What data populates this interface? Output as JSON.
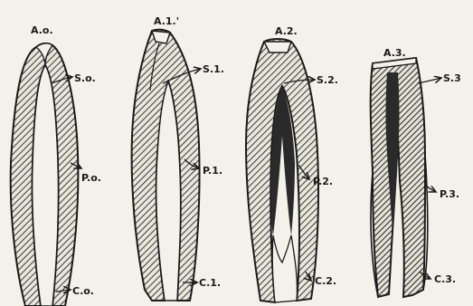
{
  "figure": {
    "specimens": [
      {
        "id": "A.0.",
        "apex_label": "A.o.",
        "s_label": "S.o.",
        "p_label": "P.o.",
        "c_label": "C.o."
      },
      {
        "id": "A.1.",
        "apex_label": "A.1.'",
        "s_label": "S.1.",
        "p_label": "P.1.",
        "c_label": "C.1."
      },
      {
        "id": "A.2.",
        "apex_label": "A.2.",
        "s_label": "S.2.",
        "p_label": "P.2.",
        "c_label": "C.2."
      },
      {
        "id": "A.3.",
        "apex_label": "A.3.",
        "s_label": "S.3",
        "p_label": "P.3.",
        "c_label": "C.3."
      }
    ]
  },
  "colors": {
    "paper": "#f3f1ea",
    "ink": "#1a1a1a",
    "dark_fill": "#2a2a2a"
  }
}
